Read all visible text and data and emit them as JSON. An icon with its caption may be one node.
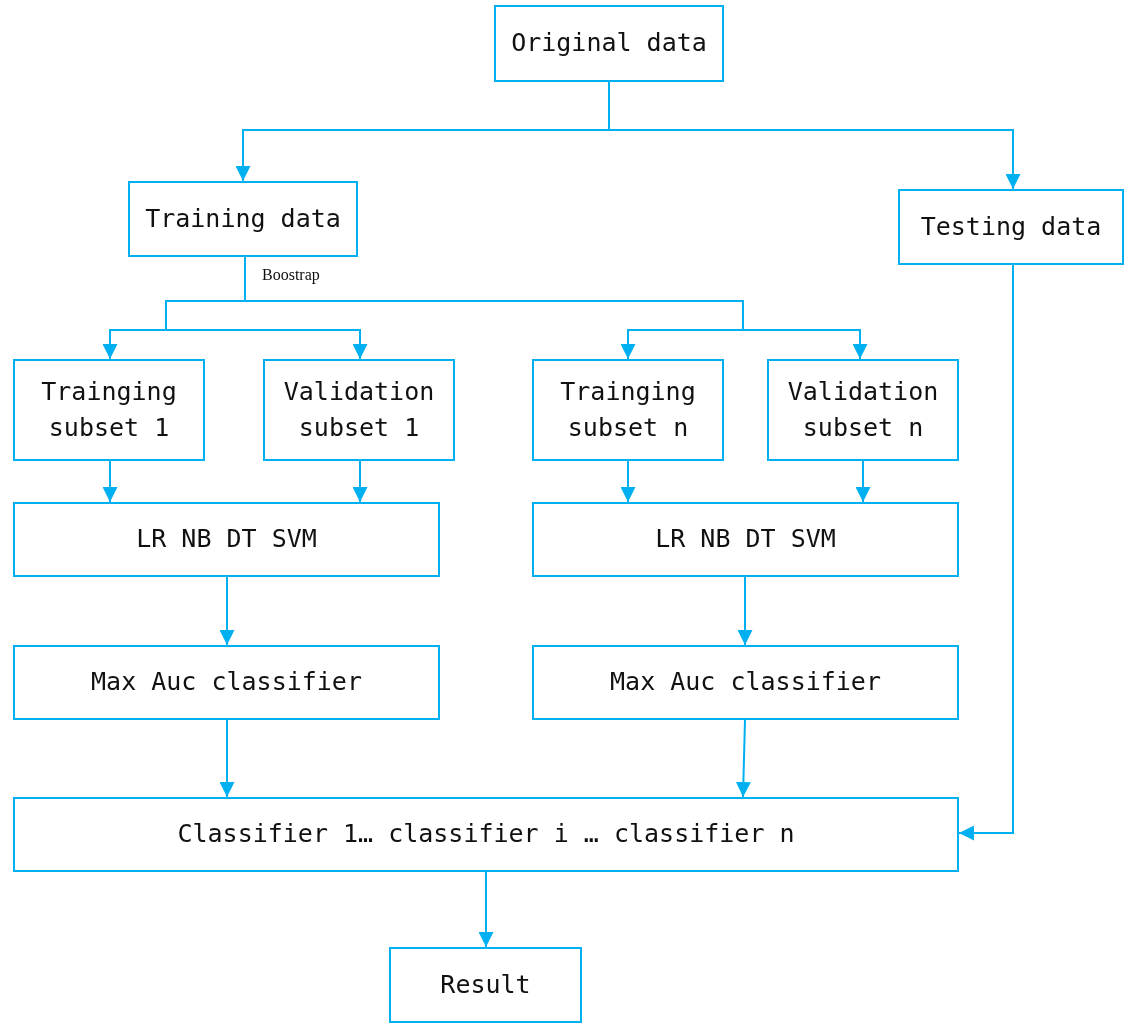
{
  "diagram": {
    "nodes": [
      {
        "text": [
          "Original data"
        ]
      },
      {
        "text": [
          "Training data"
        ]
      },
      {
        "text": [
          "Testing data"
        ]
      },
      {
        "text": [
          "Trainging subset 1"
        ]
      },
      {
        "text": [
          "Validation subset 1"
        ]
      },
      {
        "text": [
          "Trainging subset n"
        ]
      },
      {
        "text": [
          "Validation subset n"
        ]
      },
      {
        "text": [
          "LR NB DT SVM"
        ]
      },
      {
        "text": [
          "LR NB DT SVM"
        ]
      },
      {
        "text": [
          "Max Auc classifier"
        ]
      },
      {
        "text": [
          "Max Auc classifier"
        ]
      },
      {
        "text": [
          "Classifier 1… classifier i … classifier n"
        ]
      },
      {
        "text": [
          "Result"
        ]
      }
    ],
    "edges": [
      {
        "from": 0,
        "to": 1,
        "arrow": "to"
      },
      {
        "from": 0,
        "to": 2,
        "arrow": "to"
      },
      {
        "from": 1,
        "to": 3,
        "arrow": "to"
      },
      {
        "from": 1,
        "to": 4,
        "arrow": "to"
      },
      {
        "from": 1,
        "to": 5,
        "arrow": "to"
      },
      {
        "from": 1,
        "to": 6,
        "arrow": "to"
      },
      {
        "from": 3,
        "to": 7,
        "arrow": "to"
      },
      {
        "from": 4,
        "to": 7,
        "arrow": "to"
      },
      {
        "from": 5,
        "to": 8,
        "arrow": "to"
      },
      {
        "from": 6,
        "to": 8,
        "arrow": "to"
      },
      {
        "from": 7,
        "to": 9,
        "arrow": "to"
      },
      {
        "from": 8,
        "to": 10,
        "arrow": "to"
      },
      {
        "from": 9,
        "to": 11,
        "arrow": "to"
      },
      {
        "from": 10,
        "to": 11,
        "arrow": "to"
      },
      {
        "from": 2,
        "to": 11,
        "arrow": "to"
      },
      {
        "from": 11,
        "to": 12,
        "arrow": "to"
      }
    ],
    "labels": [
      "Boostrap"
    ]
  }
}
